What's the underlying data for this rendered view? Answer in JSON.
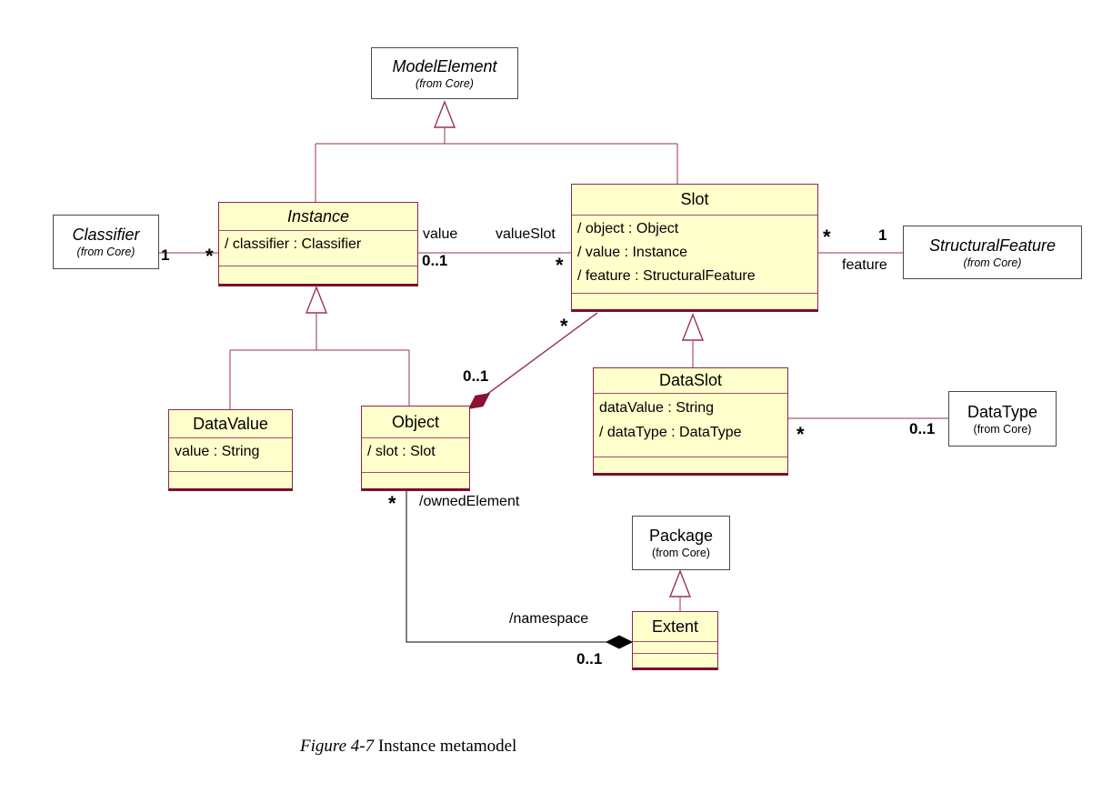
{
  "figure": {
    "caption_label": "Figure 4-7",
    "caption_text": " Instance metamodel"
  },
  "classes": {
    "model_element": {
      "name": "ModelElement",
      "package": "(from Core)"
    },
    "classifier": {
      "name": "Classifier",
      "package": "(from Core)"
    },
    "structural_feature": {
      "name": "StructuralFeature",
      "package": "(from Core)"
    },
    "data_type": {
      "name": "DataType",
      "package": "(from Core)"
    },
    "package": {
      "name": "Package",
      "package": "(from Core)"
    },
    "instance": {
      "name": "Instance",
      "attributes": [
        "/ classifier : Classifier"
      ]
    },
    "slot": {
      "name": "Slot",
      "attributes": [
        "/ object : Object",
        "/ value : Instance",
        "/ feature : StructuralFeature"
      ]
    },
    "data_value": {
      "name": "DataValue",
      "attributes": [
        "value : String"
      ]
    },
    "object": {
      "name": "Object",
      "attributes": [
        "/ slot : Slot"
      ]
    },
    "data_slot": {
      "name": "DataSlot",
      "attributes": [
        "dataValue : String",
        "/ dataType : DataType"
      ]
    },
    "extent": {
      "name": "Extent"
    }
  },
  "labels": {
    "classifier_mult": "1",
    "instance_mult": "*",
    "value_role": "value",
    "value_mult": "0..1",
    "valueslot_role": "valueSlot",
    "valueslot_mult": "*",
    "slot_feature_mult": "*",
    "feature_mult": "1",
    "feature_role": "feature",
    "slot_contents_mult": "*",
    "object_owner_mult": "0..1",
    "dataslot_mult": "*",
    "datatype_mult": "0..1",
    "ownedelement_mult": "*",
    "ownedelement_role": "/ownedElement",
    "namespace_role": "/namespace",
    "namespace_mult": "0..1"
  },
  "colors": {
    "class_fill": "#FFFFCC",
    "class_border": "#932449",
    "line_maroon": "#993351",
    "diamond_maroon": "#8C0F34",
    "external_border": "#4A4A4A",
    "composition_black": "#000000"
  }
}
